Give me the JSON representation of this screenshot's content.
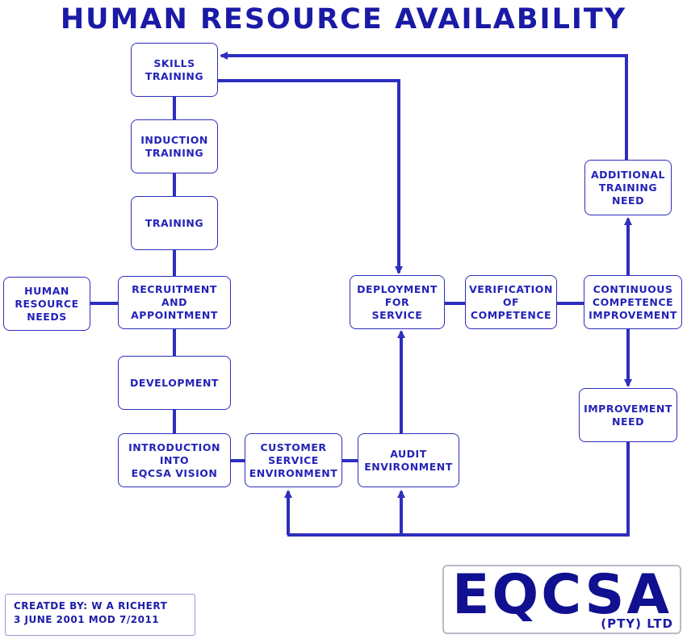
{
  "title": "HUMAN RESOURCE AVAILABILITY",
  "nodes": {
    "skills_training": "SKILLS\nTRAINING",
    "induction_training": "INDUCTION\nTRAINING",
    "training": "TRAINING",
    "human_resource_needs": "HUMAN\nRESOURCE\nNEEDS",
    "recruitment": "RECRUITMENT\nAND\nAPPOINTMENT",
    "development": "DEVELOPMENT",
    "introduction": "INTRODUCTION\nINTO\nEQCSA VISION",
    "customer_service": "CUSTOMER\nSERVICE\nENVIRONMENT",
    "audit": "AUDIT\nENVIRONMENT",
    "deployment": "DEPLOYMENT\nFOR\nSERVICE",
    "verification": "VERIFICATION\nOF\nCOMPETENCE",
    "continuous": "CONTINUOUS\nCOMPETENCE\nIMPROVEMENT",
    "additional": "ADDITIONAL\nTRAINING\nNEED",
    "improvement_need": "IMPROVEMENT\nNEED"
  },
  "credit": {
    "line1": "CREATDE BY: W A RICHERT",
    "line2": "3 JUNE 2001 MOD 7/2011"
  },
  "logo": {
    "name": "EQCSA",
    "suffix": "(PTY) LTD"
  },
  "colors": {
    "line": "#2e2ebf",
    "text": "#2323b8"
  }
}
